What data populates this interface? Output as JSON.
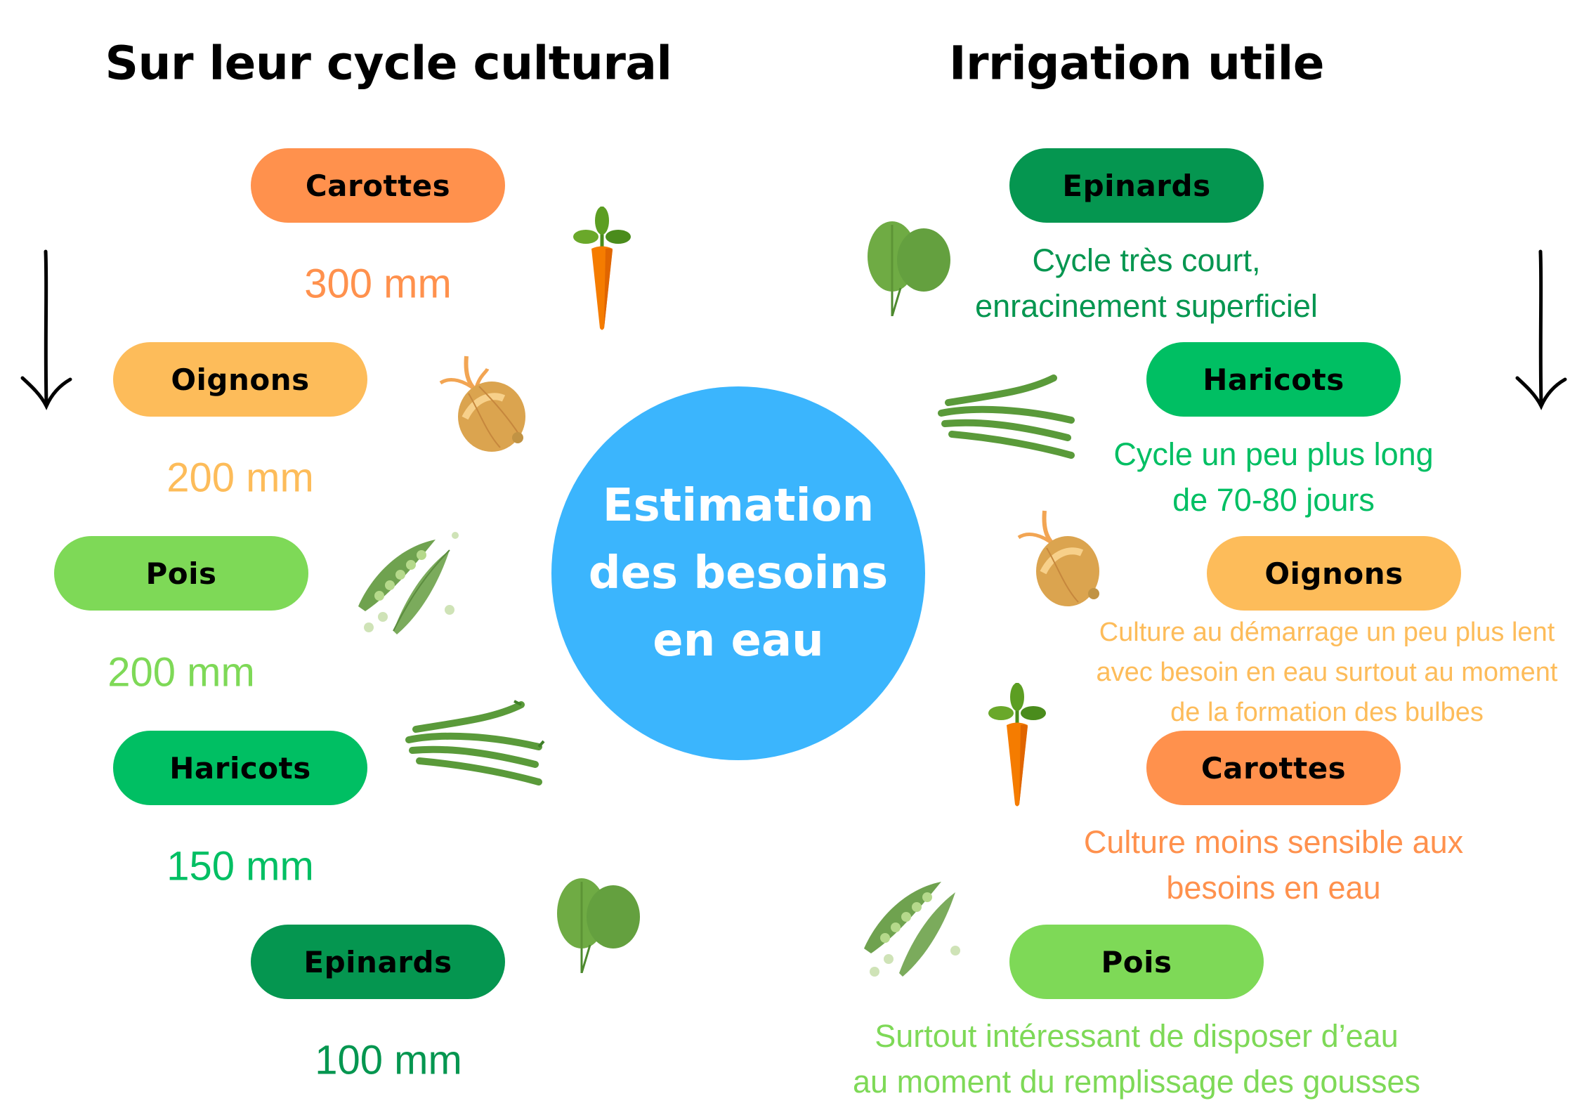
{
  "titles": {
    "left": "Sur leur cycle cultural",
    "right": "Irrigation utile"
  },
  "center": {
    "lines": [
      "Estimation",
      "des besoins",
      "en eau"
    ],
    "color": "#3bb5fd"
  },
  "colors": {
    "carottes": "#ff914d",
    "oignons": "#fdbc5a",
    "pois": "#7ed957",
    "haricots": "#00bf63",
    "epinards": "#059650"
  },
  "left_column": {
    "items": [
      {
        "label": "Carottes",
        "value": "300 mm"
      },
      {
        "label": "Oignons",
        "value": "200 mm"
      },
      {
        "label": "Pois",
        "value": "200 mm"
      },
      {
        "label": "Haricots",
        "value": "150 mm"
      },
      {
        "label": "Epinards",
        "value": "100 mm"
      }
    ]
  },
  "right_column": {
    "items": [
      {
        "label": "Epinards",
        "desc": [
          "Cycle très court,",
          "enracinement superficiel"
        ]
      },
      {
        "label": "Haricots",
        "desc": [
          "Cycle un peu plus long",
          "de 70-80 jours"
        ]
      },
      {
        "label": "Oignons",
        "desc": [
          "Culture au démarrage un peu plus lent",
          "avec besoin en eau surtout au moment",
          "de la formation des bulbes"
        ]
      },
      {
        "label": "Carottes",
        "desc": [
          "Culture moins sensible aux",
          "besoins en eau"
        ]
      },
      {
        "label": "Pois",
        "desc": [
          "Surtout intéressant de disposer d’eau",
          "au moment du remplissage des gousses"
        ]
      }
    ]
  },
  "icons": [
    "carrot-icon",
    "onion-icon",
    "pea-pod-icon",
    "green-bean-icon",
    "spinach-icon",
    "down-arrow-icon"
  ]
}
